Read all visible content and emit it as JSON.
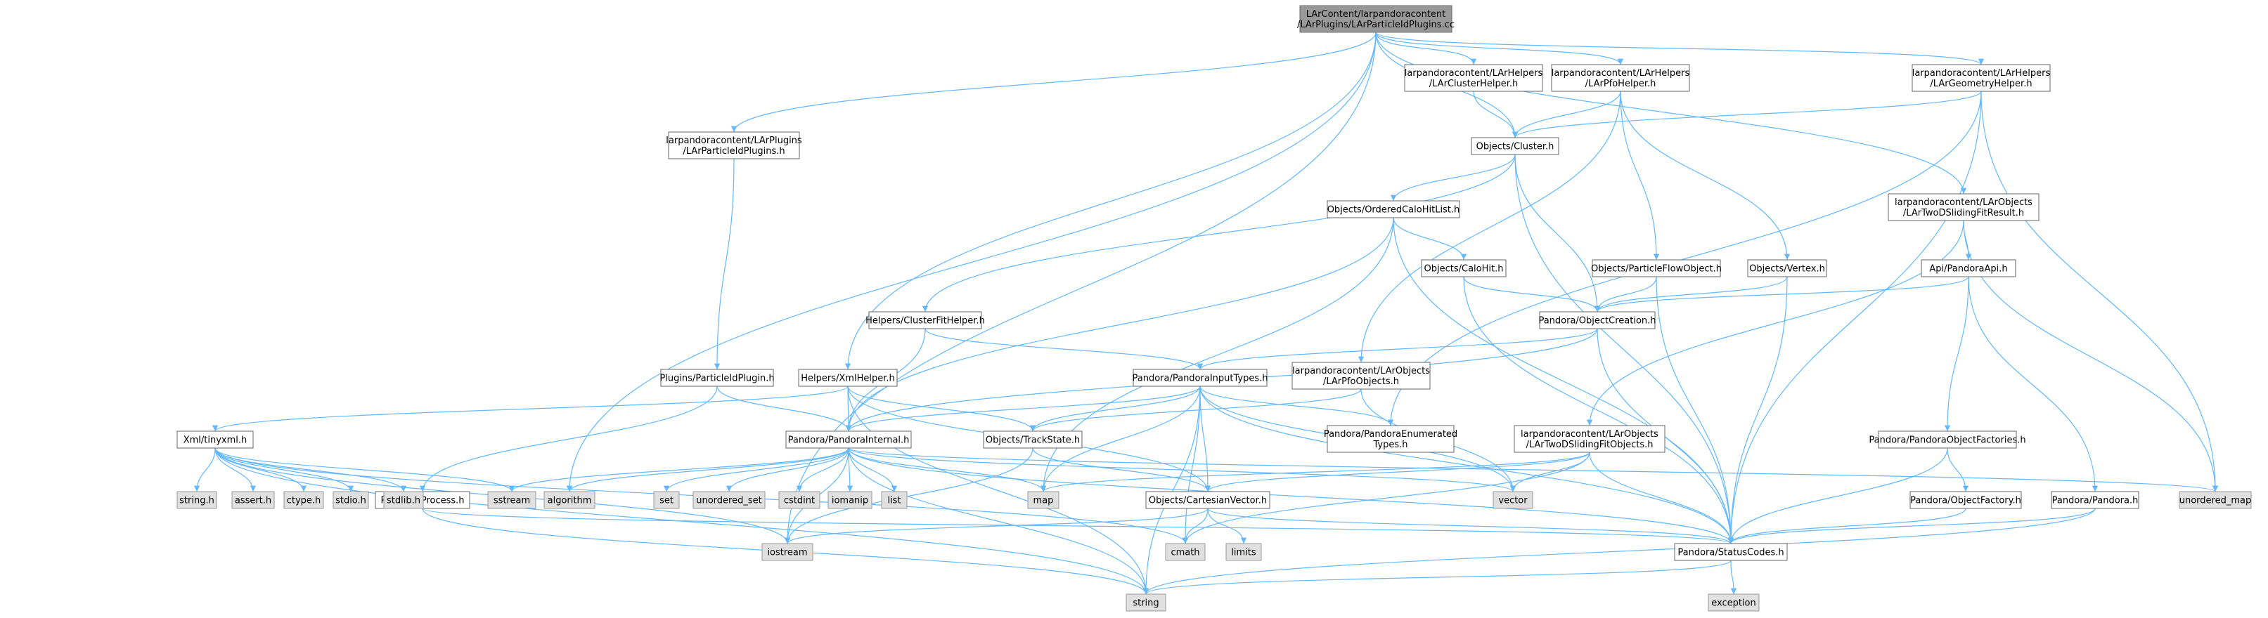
{
  "nodes": [
    {
      "id": "root",
      "kind": "root",
      "lines": [
        "LArContent/larpandoracontent",
        "/LArPlugins/LArParticleIdPlugins.cc"
      ]
    },
    {
      "id": "clusterHelper",
      "kind": "inc",
      "lines": [
        "larpandoracontent/LArHelpers",
        "/LArClusterHelper.h"
      ]
    },
    {
      "id": "pfoHelper",
      "kind": "inc",
      "lines": [
        "larpandoracontent/LArHelpers",
        "/LArPfoHelper.h"
      ]
    },
    {
      "id": "geometryHelper",
      "kind": "inc",
      "lines": [
        "larpandoracontent/LArHelpers",
        "/LArGeometryHelper.h"
      ]
    },
    {
      "id": "particleIdPluginsH",
      "kind": "inc",
      "lines": [
        "larpandoracontent/LArPlugins",
        "/LArParticleIdPlugins.h"
      ]
    },
    {
      "id": "cluster",
      "kind": "inc",
      "lines": [
        "Objects/Cluster.h"
      ]
    },
    {
      "id": "orderedCaloHitList",
      "kind": "inc",
      "lines": [
        "Objects/OrderedCaloHitList.h"
      ]
    },
    {
      "id": "twoDSlidingFitResult",
      "kind": "inc",
      "lines": [
        "larpandoracontent/LArObjects",
        "/LArTwoDSlidingFitResult.h"
      ]
    },
    {
      "id": "caloHit",
      "kind": "inc",
      "lines": [
        "Objects/CaloHit.h"
      ]
    },
    {
      "id": "particleFlowObject",
      "kind": "inc",
      "lines": [
        "Objects/ParticleFlowObject.h"
      ]
    },
    {
      "id": "vertex",
      "kind": "inc",
      "lines": [
        "Objects/Vertex.h"
      ]
    },
    {
      "id": "pandoraApi",
      "kind": "inc",
      "lines": [
        "Api/PandoraApi.h"
      ]
    },
    {
      "id": "clusterFitHelper",
      "kind": "inc",
      "lines": [
        "Helpers/ClusterFitHelper.h"
      ]
    },
    {
      "id": "objectCreation",
      "kind": "inc",
      "lines": [
        "Pandora/ObjectCreation.h"
      ]
    },
    {
      "id": "particleIdPlugin",
      "kind": "inc",
      "lines": [
        "Plugins/ParticleIdPlugin.h"
      ]
    },
    {
      "id": "xmlHelper",
      "kind": "inc",
      "lines": [
        "Helpers/XmlHelper.h"
      ]
    },
    {
      "id": "pandoraInputTypes",
      "kind": "inc",
      "lines": [
        "Pandora/PandoraInputTypes.h"
      ]
    },
    {
      "id": "larPfoObjects",
      "kind": "inc",
      "lines": [
        "larpandoracontent/LArObjects",
        "/LArPfoObjects.h"
      ]
    },
    {
      "id": "tinyxml",
      "kind": "inc",
      "lines": [
        "Xml/tinyxml.h"
      ]
    },
    {
      "id": "pandoraInternal",
      "kind": "inc",
      "lines": [
        "Pandora/PandoraInternal.h"
      ]
    },
    {
      "id": "enumeratedTypes",
      "kind": "inc",
      "lines": [
        "Pandora/PandoraEnumerated",
        "Types.h"
      ]
    },
    {
      "id": "twoDSlidingFitObjects",
      "kind": "inc",
      "lines": [
        "larpandoracontent/LArObjects",
        "/LArTwoDSlidingFitObjects.h"
      ]
    },
    {
      "id": "objectFactories",
      "kind": "inc",
      "lines": [
        "Pandora/PandoraObjectFactories.h"
      ]
    },
    {
      "id": "trackState",
      "kind": "inc",
      "lines": [
        "Objects/TrackState.h"
      ]
    },
    {
      "id": "pandoraProcess",
      "kind": "inc",
      "lines": [
        "Pandora/Process.h"
      ]
    },
    {
      "id": "cartesianVector",
      "kind": "inc",
      "lines": [
        "Objects/CartesianVector.h"
      ]
    },
    {
      "id": "objectFactory",
      "kind": "inc",
      "lines": [
        "Pandora/ObjectFactory.h"
      ]
    },
    {
      "id": "pandoraPandora",
      "kind": "inc",
      "lines": [
        "Pandora/Pandora.h"
      ]
    },
    {
      "id": "statusCodes",
      "kind": "inc",
      "lines": [
        "Pandora/StatusCodes.h"
      ]
    },
    {
      "id": "stringH",
      "kind": "ext",
      "lines": [
        "string.h"
      ]
    },
    {
      "id": "assertH",
      "kind": "ext",
      "lines": [
        "assert.h"
      ]
    },
    {
      "id": "ctypeH",
      "kind": "ext",
      "lines": [
        "ctype.h"
      ]
    },
    {
      "id": "stdioH",
      "kind": "ext",
      "lines": [
        "stdio.h"
      ]
    },
    {
      "id": "stdlibH",
      "kind": "ext",
      "lines": [
        "stdlib.h"
      ]
    },
    {
      "id": "sstream",
      "kind": "ext",
      "lines": [
        "sstream"
      ]
    },
    {
      "id": "algorithm",
      "kind": "ext",
      "lines": [
        "algorithm"
      ]
    },
    {
      "id": "set",
      "kind": "ext",
      "lines": [
        "set"
      ]
    },
    {
      "id": "unorderedSet",
      "kind": "ext",
      "lines": [
        "unordered_set"
      ]
    },
    {
      "id": "cstdint",
      "kind": "ext",
      "lines": [
        "cstdint"
      ]
    },
    {
      "id": "iomanip",
      "kind": "ext",
      "lines": [
        "iomanip"
      ]
    },
    {
      "id": "list",
      "kind": "ext",
      "lines": [
        "list"
      ]
    },
    {
      "id": "map",
      "kind": "ext",
      "lines": [
        "map"
      ]
    },
    {
      "id": "vector",
      "kind": "ext",
      "lines": [
        "vector"
      ]
    },
    {
      "id": "unorderedMap",
      "kind": "ext",
      "lines": [
        "unordered_map"
      ]
    },
    {
      "id": "iostream",
      "kind": "ext",
      "lines": [
        "iostream"
      ]
    },
    {
      "id": "cmath",
      "kind": "ext",
      "lines": [
        "cmath"
      ]
    },
    {
      "id": "limits",
      "kind": "ext",
      "lines": [
        "limits"
      ]
    },
    {
      "id": "string",
      "kind": "ext",
      "lines": [
        "string"
      ]
    },
    {
      "id": "exception",
      "kind": "ext",
      "lines": [
        "exception"
      ]
    }
  ],
  "edges": [
    [
      "root",
      "clusterHelper"
    ],
    [
      "root",
      "pfoHelper"
    ],
    [
      "root",
      "geometryHelper"
    ],
    [
      "root",
      "particleIdPluginsH"
    ],
    [
      "root",
      "cluster"
    ],
    [
      "root",
      "twoDSlidingFitResult"
    ],
    [
      "root",
      "xmlHelper"
    ],
    [
      "root",
      "algorithm"
    ],
    [
      "root",
      "iostream"
    ],
    [
      "clusterHelper",
      "cluster"
    ],
    [
      "pfoHelper",
      "cluster"
    ],
    [
      "pfoHelper",
      "particleFlowObject"
    ],
    [
      "pfoHelper",
      "vertex"
    ],
    [
      "pfoHelper",
      "larPfoObjects"
    ],
    [
      "geometryHelper",
      "cluster"
    ],
    [
      "geometryHelper",
      "enumeratedTypes"
    ],
    [
      "geometryHelper",
      "unorderedMap"
    ],
    [
      "geometryHelper",
      "statusCodes"
    ],
    [
      "particleIdPluginsH",
      "particleIdPlugin"
    ],
    [
      "cluster",
      "orderedCaloHitList"
    ],
    [
      "cluster",
      "clusterFitHelper"
    ],
    [
      "cluster",
      "objectCreation"
    ],
    [
      "cluster",
      "statusCodes"
    ],
    [
      "orderedCaloHitList",
      "caloHit"
    ],
    [
      "orderedCaloHitList",
      "pandoraInternal"
    ],
    [
      "orderedCaloHitList",
      "map"
    ],
    [
      "orderedCaloHitList",
      "statusCodes"
    ],
    [
      "caloHit",
      "objectCreation"
    ],
    [
      "caloHit",
      "statusCodes"
    ],
    [
      "particleFlowObject",
      "objectCreation"
    ],
    [
      "particleFlowObject",
      "statusCodes"
    ],
    [
      "vertex",
      "objectCreation"
    ],
    [
      "vertex",
      "statusCodes"
    ],
    [
      "twoDSlidingFitResult",
      "pandoraApi"
    ],
    [
      "twoDSlidingFitResult",
      "twoDSlidingFitObjects"
    ],
    [
      "twoDSlidingFitResult",
      "unorderedMap"
    ],
    [
      "pandoraApi",
      "objectCreation"
    ],
    [
      "pandoraApi",
      "objectFactories"
    ],
    [
      "pandoraApi",
      "pandoraPandora"
    ],
    [
      "objectCreation",
      "pandoraInputTypes"
    ],
    [
      "objectCreation",
      "pandoraInternal"
    ],
    [
      "objectCreation",
      "statusCodes"
    ],
    [
      "clusterFitHelper",
      "pandoraInternal"
    ],
    [
      "clusterFitHelper",
      "pandoraInputTypes"
    ],
    [
      "particleIdPlugin",
      "pandoraInternal"
    ],
    [
      "particleIdPlugin",
      "pandoraProcess"
    ],
    [
      "xmlHelper",
      "tinyxml"
    ],
    [
      "xmlHelper",
      "pandoraInternal"
    ],
    [
      "xmlHelper",
      "trackState"
    ],
    [
      "xmlHelper",
      "cartesianVector"
    ],
    [
      "xmlHelper",
      "string"
    ],
    [
      "pandoraInputTypes",
      "pandoraInternal"
    ],
    [
      "pandoraInputTypes",
      "trackState"
    ],
    [
      "pandoraInputTypes",
      "cartesianVector"
    ],
    [
      "pandoraInputTypes",
      "enumeratedTypes"
    ],
    [
      "pandoraInputTypes",
      "statusCodes"
    ],
    [
      "pandoraInputTypes",
      "map"
    ],
    [
      "pandoraInputTypes",
      "vector"
    ],
    [
      "pandoraInputTypes",
      "cmath"
    ],
    [
      "pandoraInputTypes",
      "string"
    ],
    [
      "larPfoObjects",
      "trackState"
    ],
    [
      "larPfoObjects",
      "vector"
    ],
    [
      "tinyxml",
      "stringH"
    ],
    [
      "tinyxml",
      "assertH"
    ],
    [
      "tinyxml",
      "ctypeH"
    ],
    [
      "tinyxml",
      "stdioH"
    ],
    [
      "tinyxml",
      "stdlibH"
    ],
    [
      "tinyxml",
      "sstream"
    ],
    [
      "tinyxml",
      "iostream"
    ],
    [
      "tinyxml",
      "string"
    ],
    [
      "tinyxml",
      "cmath"
    ],
    [
      "pandoraInternal",
      "sstream"
    ],
    [
      "pandoraInternal",
      "algorithm"
    ],
    [
      "pandoraInternal",
      "set"
    ],
    [
      "pandoraInternal",
      "unorderedSet"
    ],
    [
      "pandoraInternal",
      "cstdint"
    ],
    [
      "pandoraInternal",
      "iomanip"
    ],
    [
      "pandoraInternal",
      "list"
    ],
    [
      "pandoraInternal",
      "map"
    ],
    [
      "pandoraInternal",
      "vector"
    ],
    [
      "pandoraInternal",
      "unorderedMap"
    ],
    [
      "pandoraInternal",
      "iostream"
    ],
    [
      "pandoraInternal",
      "string"
    ],
    [
      "pandoraInternal",
      "statusCodes"
    ],
    [
      "twoDSlidingFitObjects",
      "cartesianVector"
    ],
    [
      "twoDSlidingFitObjects",
      "map"
    ],
    [
      "twoDSlidingFitObjects",
      "vector"
    ],
    [
      "twoDSlidingFitObjects",
      "statusCodes"
    ],
    [
      "twoDSlidingFitObjects",
      "cmath"
    ],
    [
      "objectFactories",
      "objectFactory"
    ],
    [
      "objectFactories",
      "statusCodes"
    ],
    [
      "trackState",
      "cartesianVector"
    ],
    [
      "trackState",
      "iostream"
    ],
    [
      "pandoraProcess",
      "statusCodes"
    ],
    [
      "pandoraProcess",
      "string"
    ],
    [
      "cartesianVector",
      "statusCodes"
    ],
    [
      "cartesianVector",
      "iostream"
    ],
    [
      "cartesianVector",
      "cmath"
    ],
    [
      "cartesianVector",
      "limits"
    ],
    [
      "objectFactory",
      "statusCodes"
    ],
    [
      "pandoraPandora",
      "statusCodes"
    ],
    [
      "pandoraPandora",
      "string"
    ],
    [
      "statusCodes",
      "string"
    ],
    [
      "statusCodes",
      "exception"
    ]
  ]
}
